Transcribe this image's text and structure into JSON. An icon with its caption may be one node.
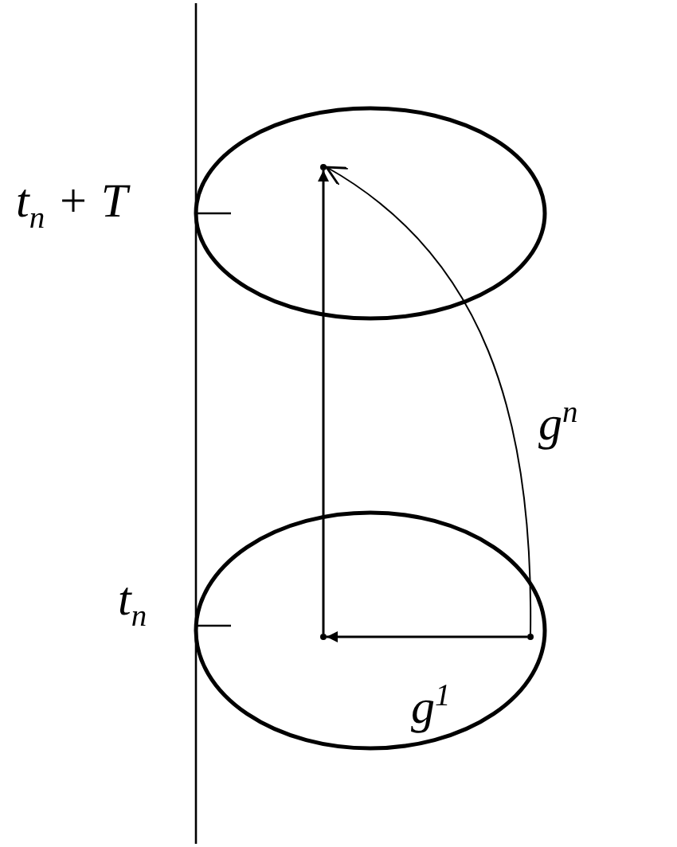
{
  "diagram": {
    "nodes": [
      {
        "text": [],
        "shape": "ellipse"
      },
      {
        "text": [],
        "shape": "ellipse"
      },
      {
        "text": [],
        "shape": "point",
        "in": 1
      },
      {
        "text": [],
        "shape": "point",
        "in": 1
      },
      {
        "text": [],
        "shape": "point",
        "in": 0
      }
    ],
    "edges": [
      {
        "from": 3,
        "to": 2,
        "arrow": "to",
        "label": "g$^{1}$"
      },
      {
        "from": 2,
        "to": 4,
        "arrow": "to"
      },
      {
        "from": 3,
        "to": 4,
        "arrow": "to",
        "label": "g$^{n}$"
      }
    ],
    "labels": [
      "t$_{n}$ + T",
      "t$_{n}$"
    ]
  }
}
